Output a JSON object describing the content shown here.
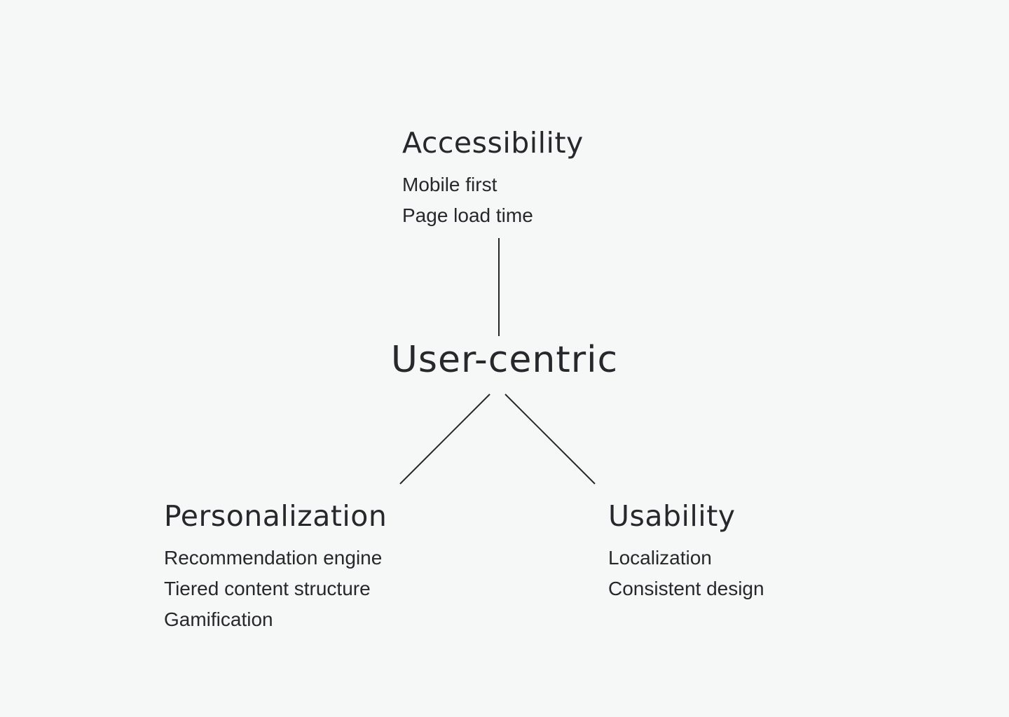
{
  "diagram": {
    "center": {
      "label": "User-centric"
    },
    "branches": {
      "top": {
        "heading": "Accessibility",
        "items": [
          "Mobile first",
          "Page load time"
        ]
      },
      "left": {
        "heading": "Personalization",
        "items": [
          "Recommendation engine",
          "Tiered content structure",
          "Gamification"
        ]
      },
      "right": {
        "heading": "Usability",
        "items": [
          "Localization",
          "Consistent design"
        ]
      }
    },
    "colors": {
      "background": "#f6f8f7",
      "text": "#27282c",
      "line": "#27282c"
    }
  }
}
